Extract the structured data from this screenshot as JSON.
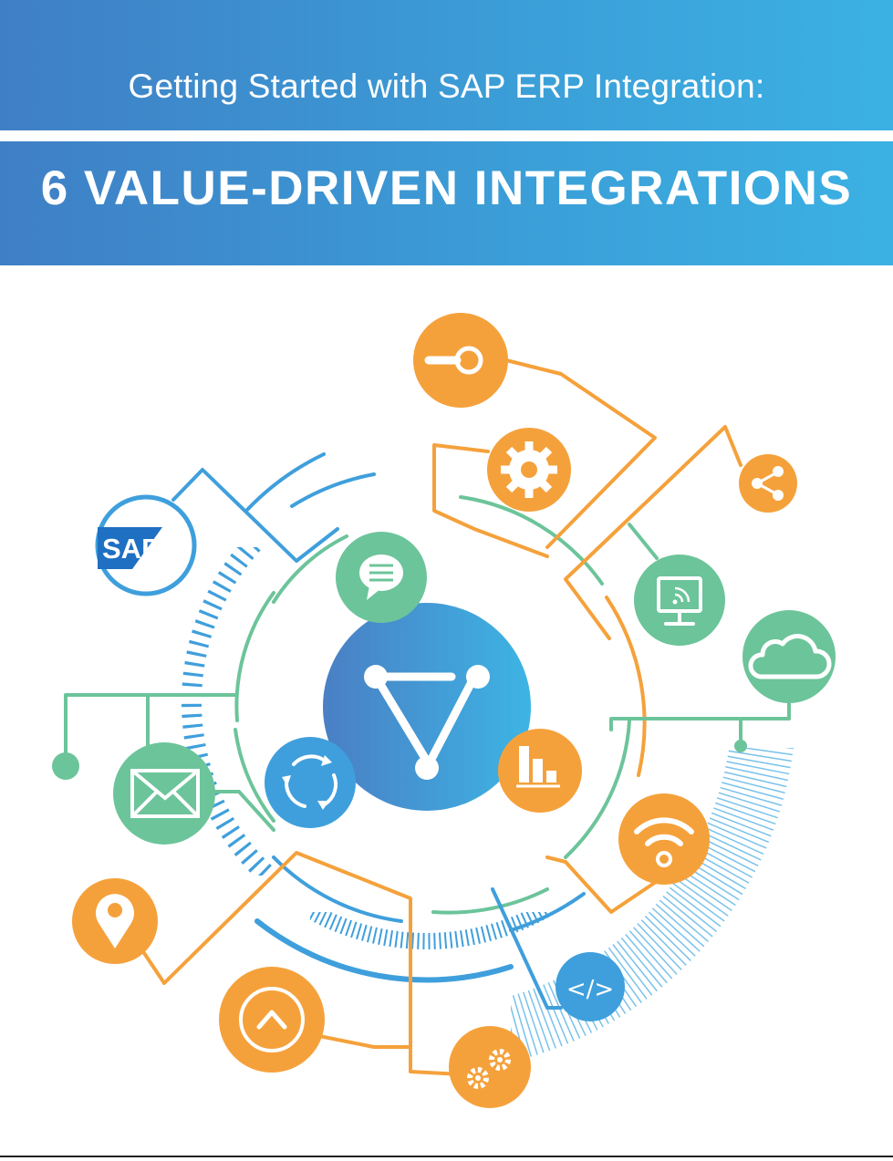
{
  "header": {
    "subtitle": "Getting Started with SAP ERP Integration:",
    "title": "6 VALUE-DRIVEN INTEGRATIONS"
  },
  "logo": {
    "text": "SAP"
  },
  "icons": {
    "code_label": "</>"
  },
  "colors": {
    "blue": "#3f9fdc",
    "orange": "#f5a13b",
    "green": "#6cc49a",
    "banner_start": "#3f7fc5",
    "banner_end": "#3bb1e3"
  }
}
